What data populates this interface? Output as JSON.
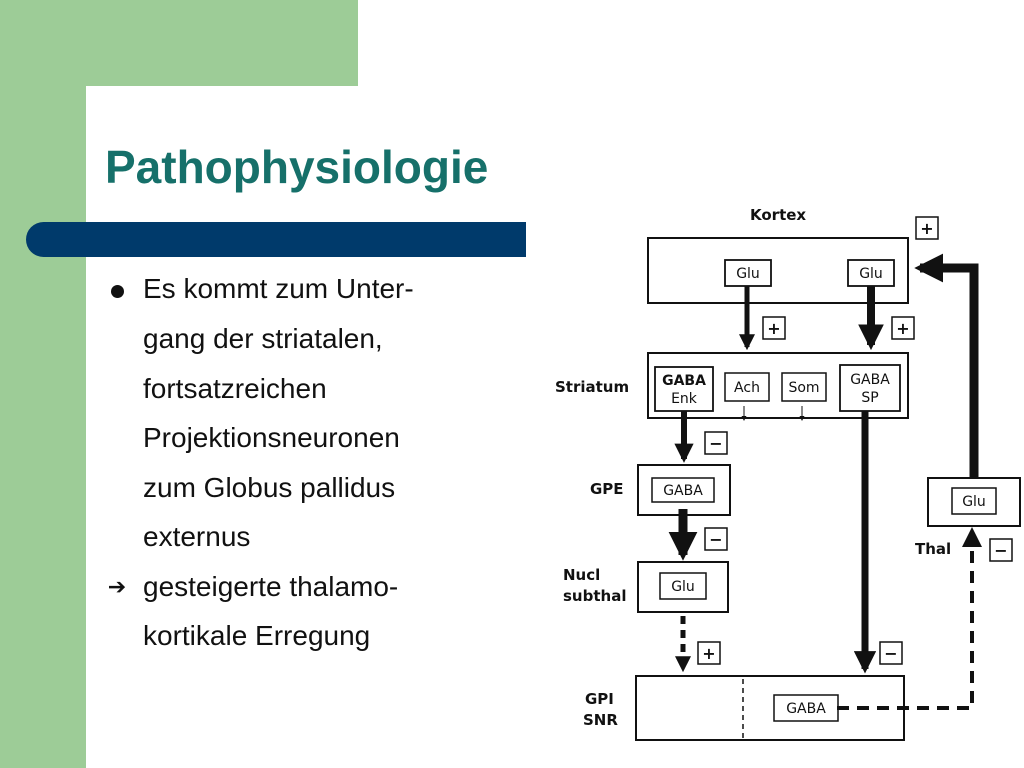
{
  "slide": {
    "title": "Pathophysiologie",
    "bullets": [
      {
        "marker": "dot",
        "lines": [
          "Es kommt zum Unter-",
          " gang der striatalen,",
          " fortsatzreichen",
          " Projektionsneuronen",
          " zum Globus  pallidus",
          " externus"
        ]
      },
      {
        "marker": "arrow",
        "lines": [
          "gesteigerte thalamo-",
          "kortikale Erregung"
        ]
      }
    ]
  },
  "diagram": {
    "regions": {
      "kortex": "Kortex",
      "striatum": "Striatum",
      "gpe": "GPE",
      "nucl_subthal_1": "Nucl",
      "nucl_subthal_2": "subthal",
      "gpi_1": "GPI",
      "gpi_2": "SNR",
      "thal": "Thal"
    },
    "boxes": {
      "kortex_glu_left": "Glu",
      "kortex_glu_right": "Glu",
      "striatum_gaba_enk_1": "GABA",
      "striatum_gaba_enk_2": "Enk",
      "striatum_ach": "Ach",
      "striatum_som": "Som",
      "striatum_gaba_sp_1": "GABA",
      "striatum_gaba_sp_2": "SP",
      "gpe_gaba": "GABA",
      "stn_glu": "Glu",
      "gpi_gaba": "GABA",
      "thal_glu": "Glu"
    },
    "signs": {
      "kortex_feedback": "+",
      "kortex_to_enk": "+",
      "kortex_to_sp": "+",
      "enk_to_gpe": "−",
      "gpe_to_stn": "−",
      "stn_to_gpi": "+",
      "sp_to_gpi": "−",
      "gpi_to_thal": "−"
    }
  }
}
